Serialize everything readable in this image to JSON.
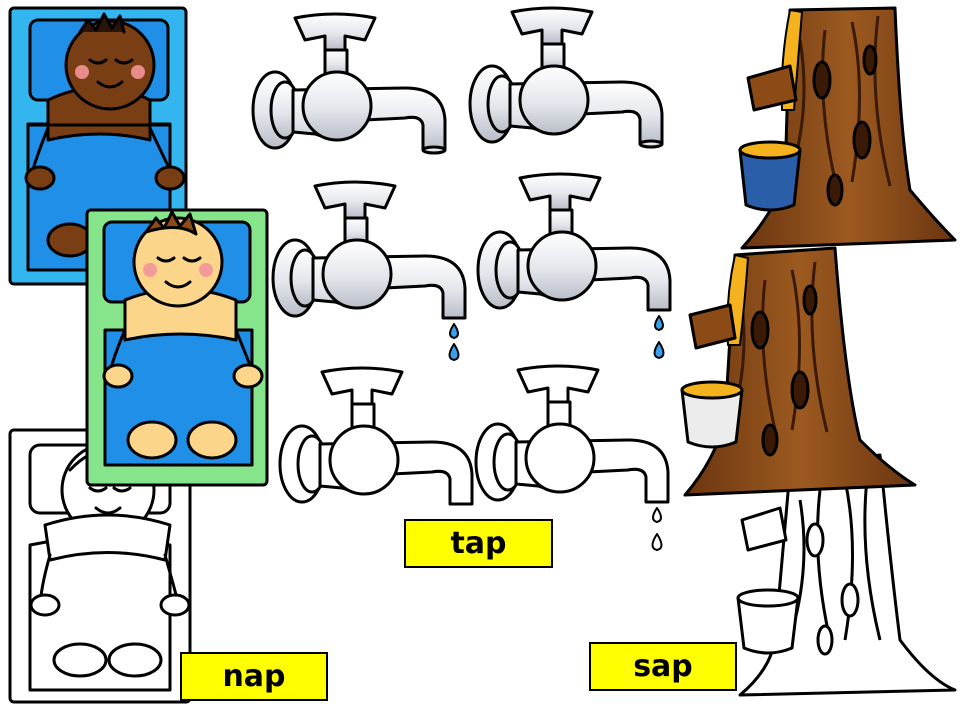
{
  "labels": {
    "tap": "tap",
    "nap": "nap",
    "sap": "sap"
  },
  "colors": {
    "label_bg": "#ffff00",
    "sleeper_1_bed": "#33b6f0",
    "sleeper_2_bed": "#86e58b",
    "blanket": "#1f8fe8",
    "faucet_metal": "#e6e8ee",
    "water_drop": "#3aa0ee",
    "tree_bark": "#8b4a16",
    "syrup": "#f4b21e"
  },
  "images": {
    "sleepers": [
      "sleeping-child-colored-dark",
      "sleeping-child-colored-light",
      "sleeping-child-outline"
    ],
    "faucets": [
      "faucet",
      "faucet",
      "faucet-dripping",
      "faucet-dripping",
      "faucet-outline",
      "faucet-outline-dripping"
    ],
    "trees": [
      "tree-stump-sap-bucket",
      "tree-stump-sap-bucket",
      "tree-stump-sap-bucket-outline"
    ]
  }
}
